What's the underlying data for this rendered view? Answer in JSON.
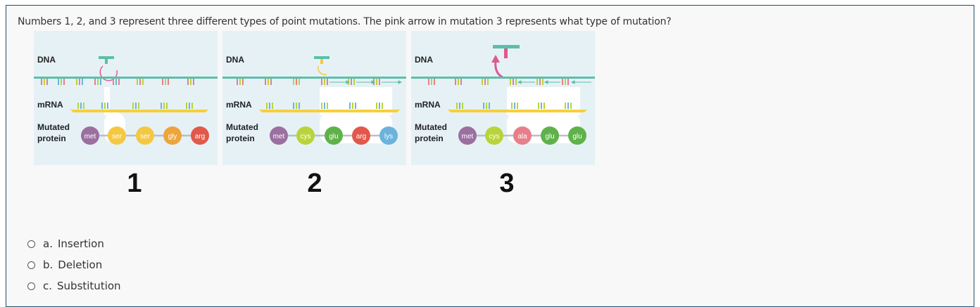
{
  "question": "Numbers 1, 2, and 3 represent three different types of point mutations. The pink arrow in mutation 3 represents what type of mutation?",
  "panels": [
    {
      "number": "1",
      "dna_label": "DNA",
      "mrna_label": "mRNA",
      "protein_label_1": "Mutated",
      "protein_label_2": "protein",
      "amino_acids": [
        "met",
        "ser",
        "ser",
        "gly",
        "arg"
      ],
      "amino_colors": [
        "#9b6fa0",
        "#f5c842",
        "#f5c842",
        "#eda43b",
        "#e2584a"
      ]
    },
    {
      "number": "2",
      "dna_label": "DNA",
      "mrna_label": "mRNA",
      "protein_label_1": "Mutated",
      "protein_label_2": "protein",
      "amino_acids": [
        "met",
        "cys",
        "glu",
        "arg",
        "lys"
      ],
      "amino_colors": [
        "#9b6fa0",
        "#b8d43a",
        "#5fb24a",
        "#e2584a",
        "#6cb3dc"
      ]
    },
    {
      "number": "3",
      "dna_label": "DNA",
      "mrna_label": "mRNA",
      "protein_label_1": "Mutated",
      "protein_label_2": "protein",
      "amino_acids": [
        "met",
        "cys",
        "ala",
        "glu",
        "glu"
      ],
      "amino_colors": [
        "#9b6fa0",
        "#b8d43a",
        "#e77f8b",
        "#5fb24a",
        "#5fb24a"
      ]
    }
  ],
  "options": [
    {
      "letter": "a.",
      "text": "Insertion"
    },
    {
      "letter": "b.",
      "text": "Deletion"
    },
    {
      "letter": "c.",
      "text": "Substitution"
    }
  ],
  "colors": {
    "dna_strand": "#5bbfaa",
    "mrna_strand": "#f7cf3a",
    "mutation_arrow": "#e0588f",
    "panel_bg": "#e6f1f6"
  }
}
